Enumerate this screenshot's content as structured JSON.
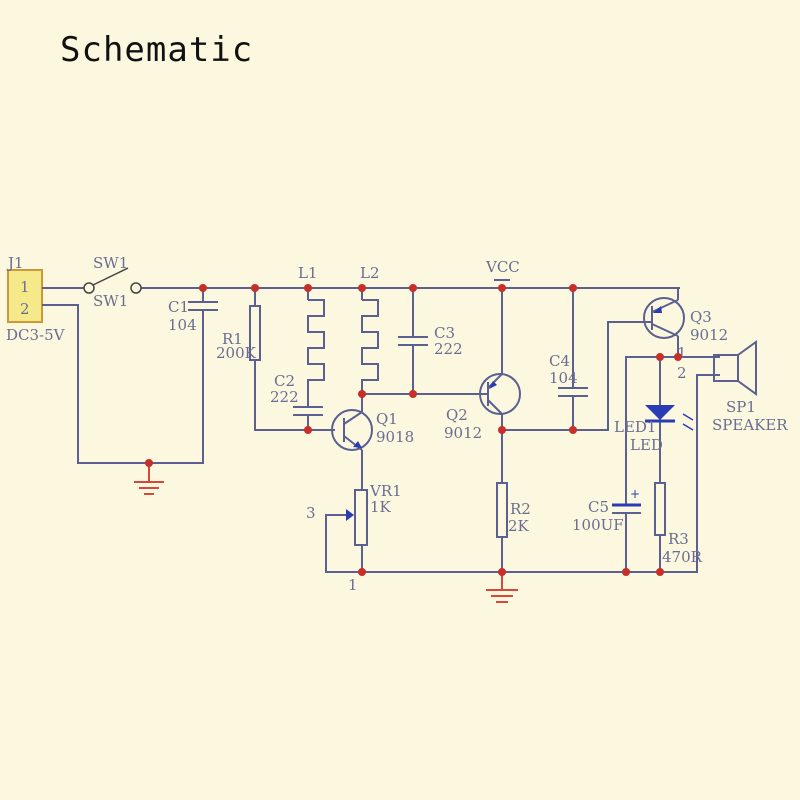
{
  "title": "Schematic",
  "colors": {
    "background": "#fcf8df",
    "wire": "#5b6090",
    "junction": "#c62f2a",
    "ground": "#d9463a",
    "connector": "#f5e98a"
  },
  "components": {
    "j1": {
      "ref": "J1",
      "pin1": "1",
      "pin2": "2",
      "value": "DC3-5V"
    },
    "sw1": {
      "ref_top": "SW1",
      "ref_bottom": "SW1"
    },
    "c1": {
      "ref": "C1",
      "value": "104"
    },
    "r1": {
      "ref": "R1",
      "value": "200K"
    },
    "l1": {
      "ref": "L1"
    },
    "l2": {
      "ref": "L2"
    },
    "c2": {
      "ref": "C2",
      "value": "222"
    },
    "c3": {
      "ref": "C3",
      "value": "222"
    },
    "q1": {
      "ref": "Q1",
      "value": "9018"
    },
    "q2": {
      "ref": "Q2",
      "value": "9012"
    },
    "q3": {
      "ref": "Q3",
      "value": "9012"
    },
    "vcc": {
      "label": "VCC"
    },
    "c4": {
      "ref": "C4",
      "value": "104"
    },
    "vr1": {
      "ref": "VR1",
      "value": "1K",
      "pin3": "3",
      "pin1": "1"
    },
    "r2": {
      "ref": "R2",
      "value": "2K"
    },
    "c5": {
      "ref": "C5",
      "value": "100UF",
      "polarity": "+"
    },
    "led1": {
      "ref": "LED1",
      "value": "LED"
    },
    "r3": {
      "ref": "R3",
      "value": "470R"
    },
    "sp1": {
      "ref": "SP1",
      "value": "SPEAKER",
      "pin1": "1",
      "pin2": "2"
    }
  }
}
